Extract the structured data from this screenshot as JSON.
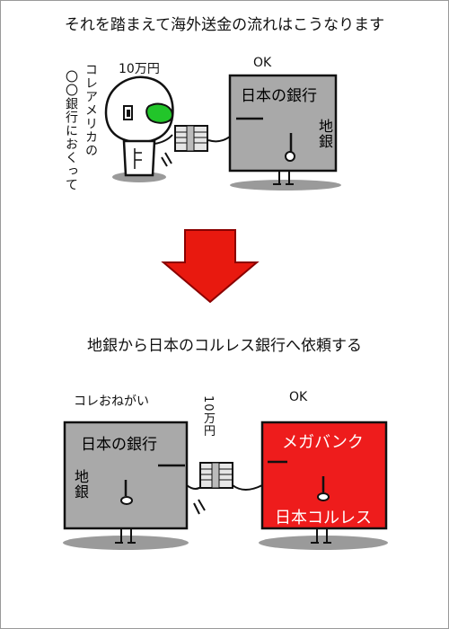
{
  "panel1": {
    "caption": "それを踏まえて海外送金の流れはこうなります",
    "note_amount": "10万円",
    "note_ok": "OK",
    "note_vertical_1": "コレアメリカの",
    "note_vertical_2": "〇〇銀行におくって",
    "bank_label": "日本の銀行",
    "local_bank_label": "地銀"
  },
  "panel2": {
    "caption": "地銀から日本のコルレス銀行へ依頼する",
    "note_request": "コレおねがい",
    "note_amount": "10万円",
    "note_ok": "OK",
    "bank_label": "日本の銀行",
    "local_bank_label": "地銀",
    "megabank_label": "メガバンク",
    "correspondent_label": "日本コルレス"
  },
  "colors": {
    "box_gray": "#a9a9a9",
    "megabank_red": "#ee1c1c",
    "arrow_red": "#e8190f",
    "green_eye": "#22c52a"
  }
}
